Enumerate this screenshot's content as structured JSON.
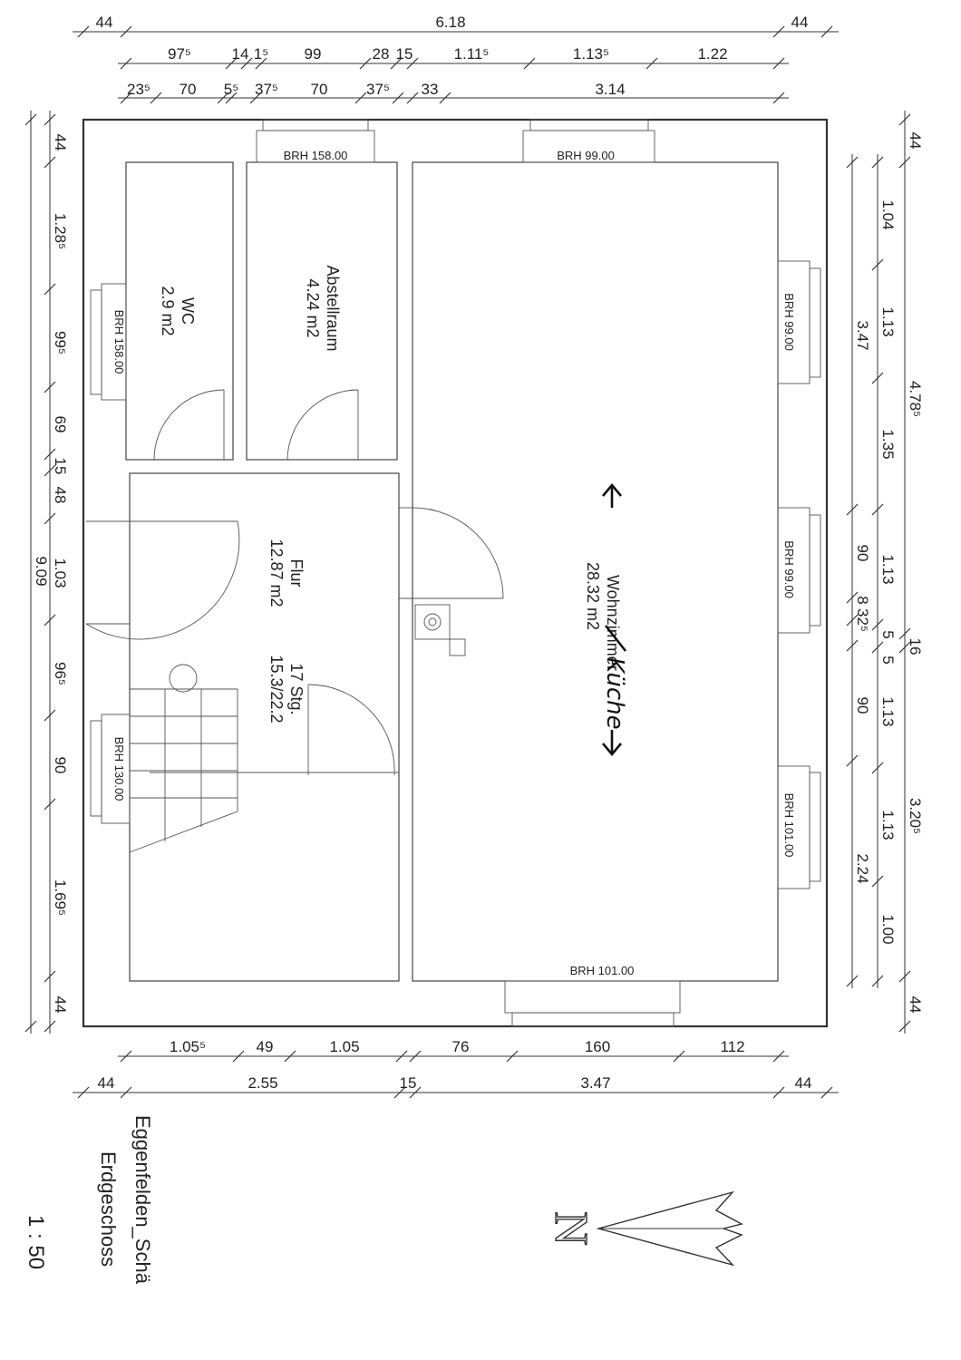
{
  "dimensions": {
    "top_row1": [
      "44",
      "6.18",
      "44"
    ],
    "top_row2": [
      "97⁵",
      "14",
      "1⁵",
      "99",
      "28",
      "15",
      "1.11⁵",
      "1.13⁵",
      "1.22"
    ],
    "top_row3": [
      "23⁵",
      "70",
      "5⁵",
      "37⁵",
      "70",
      "37⁵",
      "33",
      "3.14"
    ],
    "left_outer": "9.09",
    "left_inner": [
      "44",
      "1.28⁵",
      "99⁵",
      "69",
      "15",
      "48",
      "1.03",
      "96⁵",
      "90",
      "1.69⁵",
      "44"
    ],
    "right_outer": [
      "44",
      "4.78⁵",
      "16",
      "3.20⁵",
      "44"
    ],
    "right_mid": [
      "1.04",
      "1.13",
      "1.35",
      "1.13",
      "5",
      "5",
      "1.13",
      "1.13",
      "1.00"
    ],
    "right_inner": [
      "3.47",
      "90",
      "8",
      "32⁵",
      "90",
      "2.24"
    ],
    "bottom_row1": [
      "1.05⁵",
      "49",
      "1.05",
      "76",
      "160",
      "112"
    ],
    "bottom_row2": [
      "44",
      "2.55",
      "15",
      "3.47",
      "44"
    ]
  },
  "windows": {
    "top_left": "BRH 158.00",
    "top_right": "BRH 99.00",
    "wc": "BRH 158.00",
    "stair": "BRH 130.00",
    "right_1": "BRH 99.00",
    "right_2": "BRH 99.00",
    "right_3": "BRH 101.00",
    "bottom": "BRH 101.00"
  },
  "rooms": {
    "wc": {
      "name": "WC",
      "area": "2.9 m2"
    },
    "abstell": {
      "name": "Abstellraum",
      "area": "4.24 m2"
    },
    "flur": {
      "name": "Flur",
      "area": "12.87 m2"
    },
    "stairs": {
      "count": "17 Stg.",
      "ratio": "15.3/22.2"
    },
    "wohn": {
      "name": "Wohnzimmer",
      "area": "28.32 m2",
      "hand": "Küche"
    }
  },
  "title": {
    "line1": "Eggenfelden_Schä",
    "line2": "Erdgeschoss",
    "scale": "1 : 50"
  },
  "north": "N"
}
